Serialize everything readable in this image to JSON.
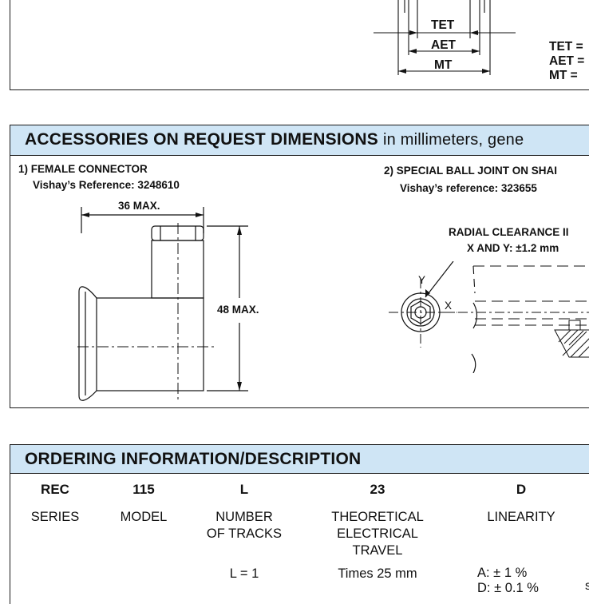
{
  "top": {
    "dim_labels": [
      "TET",
      "AET",
      "MT"
    ],
    "legend": [
      "TET =",
      "AET =",
      "MT  ="
    ]
  },
  "accessories": {
    "title": "ACCESSORIES ON REQUEST DIMENSIONS",
    "subtitle": "in millimeters, gene",
    "female": {
      "heading": "1) FEMALE CONNECTOR",
      "reference": "Vishay’s Reference: 3248610",
      "width_dim": "36 MAX.",
      "height_dim": "48 MAX."
    },
    "ball": {
      "heading": "2) SPECIAL BALL JOINT ON SHAI",
      "reference": "Vishay’s reference: 323655",
      "clearance_1": "RADIAL CLEARANCE II",
      "clearance_2": "X AND Y: ±1.2 mm",
      "axis_y": "Y",
      "axis_x": "X"
    }
  },
  "ordering": {
    "title": "ORDERING INFORMATION/DESCRIPTION",
    "columns": [
      {
        "code": "REC",
        "label": "SERIES",
        "options": []
      },
      {
        "code": "115",
        "label": "MODEL",
        "options": []
      },
      {
        "code": "L",
        "label": "NUMBER\nOF TRACKS",
        "options": [
          "L = 1"
        ]
      },
      {
        "code": "23",
        "label": "THEORETICAL\nELECTRICAL\nTRAVEL",
        "options": [
          "Times 25 mm"
        ]
      },
      {
        "code": "D",
        "label": "LINEARITY",
        "options": [
          "A: ± 1 %",
          "D: ± 0.1 %"
        ]
      }
    ],
    "edge_char": "s"
  }
}
